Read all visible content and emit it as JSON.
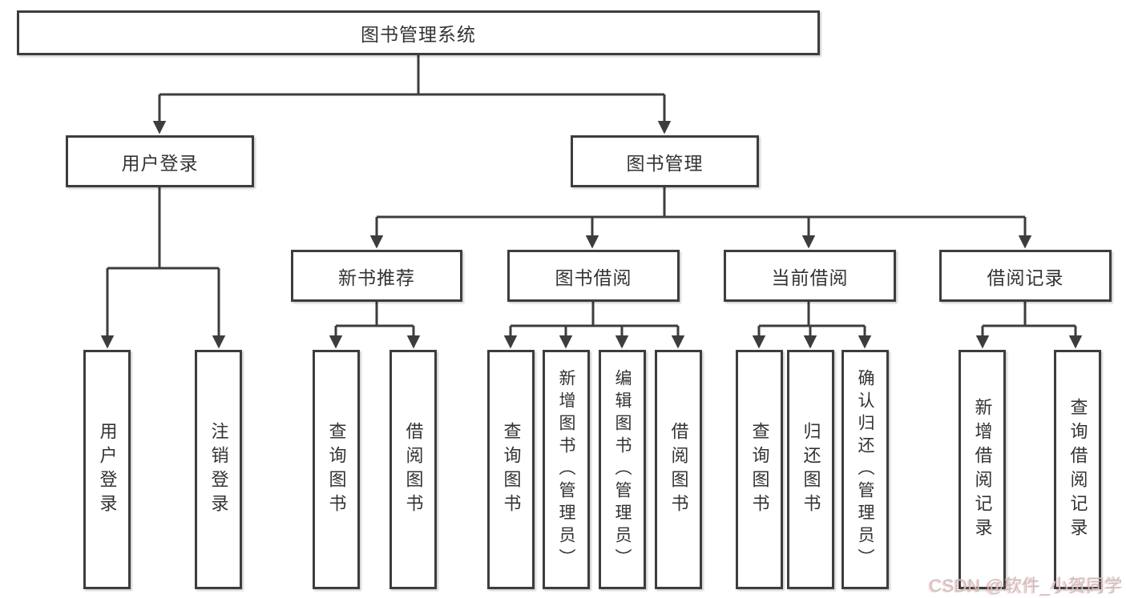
{
  "diagram": {
    "root": "图书管理系统",
    "level2": {
      "user_login": "用户登录",
      "book_management": "图书管理"
    },
    "level3": {
      "new_book_recommend": "新书推荐",
      "book_borrow": "图书借阅",
      "current_borrow": "当前借阅",
      "borrow_records": "借阅记录"
    },
    "leaves": {
      "user_login": [
        "用户登录",
        "注销登录"
      ],
      "new_book_recommend": [
        "查询图书",
        "借阅图书"
      ],
      "book_borrow": [
        "查询图书",
        "新增图书（管理员）",
        "编辑图书（管理员）",
        "借阅图书"
      ],
      "current_borrow": [
        "查询图书",
        "归还图书",
        "确认归还（管理员）"
      ],
      "borrow_records": [
        "新增借阅记录",
        "查询借阅记录"
      ]
    }
  },
  "watermark": "CSDN @软件_小贺同学",
  "colors": {
    "line": "#3d3d3d",
    "text": "#333333",
    "watermark": "#c8c2c2",
    "background": "#ffffff"
  }
}
